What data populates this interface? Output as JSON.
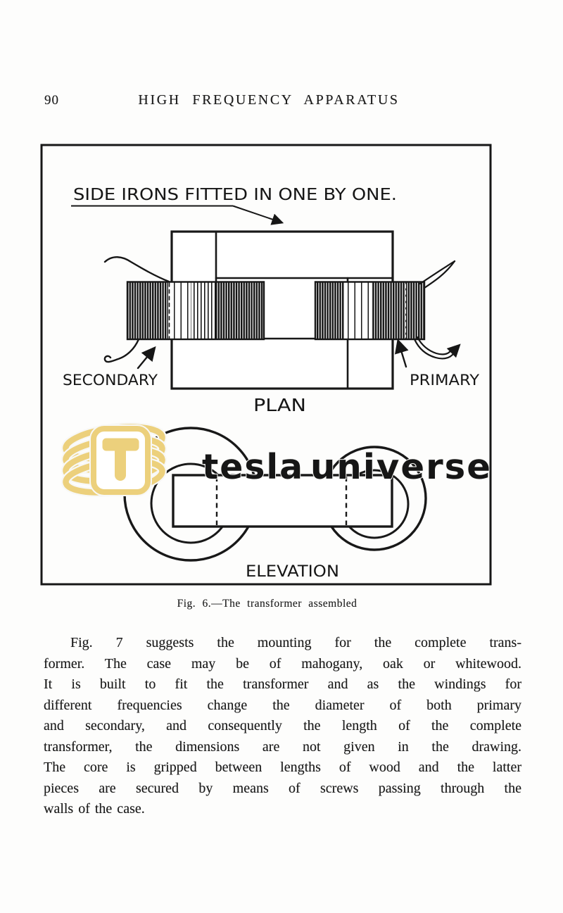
{
  "page": {
    "number": "90",
    "running_title": "HIGH FREQUENCY APPARATUS"
  },
  "figure": {
    "caption": "Fig. 6.—The transformer assembled",
    "labels": {
      "side_irons": "SIDE IRONS FITTED IN ONE BY ONE.",
      "secondary": "SECONDARY",
      "primary": "PRIMARY",
      "plan": "PLAN",
      "elevation": "ELEVATION"
    }
  },
  "watermark": {
    "word1": "tesla",
    "word2": "universe",
    "gold": "#e3bf58",
    "gold_light": "#ecd07c",
    "gray": "#a7a7a7"
  },
  "paragraph": {
    "lines": [
      "Fig. 7 suggests the mounting for the complete trans-",
      "former.  The case may be of mahogany, oak or whitewood.",
      "It is built to fit the transformer and as the windings for",
      "different frequencies change the diameter of both primary",
      "and secondary, and consequently the length of the complete",
      "transformer, the dimensions are not given in the drawing.",
      "The core is gripped between lengths of wood and the latter",
      "pieces are secured by means of screws passing through the",
      "walls of the case."
    ]
  }
}
